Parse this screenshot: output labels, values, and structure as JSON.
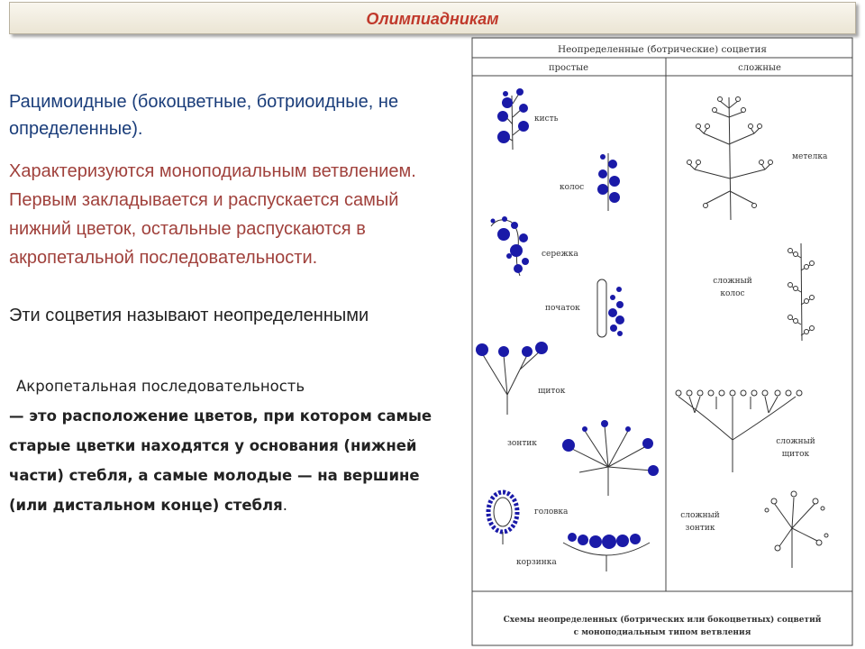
{
  "header": {
    "title": "Олимпиадникам"
  },
  "text": {
    "definition": "Рацимоидные (бокоцветные, ботриоидные, не определенные).",
    "characteristic": "Характеризуются моноподиальным ветвлением. Первым закладывается и распускается самый нижний цветок, остальные распускаются в акропетальной последовательности.",
    "naming": "Эти соцветия называют неопределенными",
    "term": "Акропетальная последовательность",
    "term_definition": "— это расположение цветов, при котором самые старые цветки находятся у основания (нижней части) стебля, а самые молодые — на вершине (или дистальном конце) стебля",
    "period": "."
  },
  "figure": {
    "title": "Неопределенные (ботрические) соцветия",
    "col_simple": "простые",
    "col_complex": "сложные",
    "simple": {
      "raceme": "кисть",
      "spike": "колос",
      "catkin": "сережка",
      "spadix": "початок",
      "corymb": "щиток",
      "umbel": "зонтик",
      "head": "головка",
      "basket": "корзинка"
    },
    "complex": {
      "panicle": "метелка",
      "compound_spike_1": "сложный",
      "compound_spike_2": "колос",
      "compound_corymb_1": "сложный",
      "compound_corymb_2": "щиток",
      "compound_umbel_1": "сложный",
      "compound_umbel_2": "зонтик"
    },
    "caption_1": "Схемы неопределенных (ботрических или бокоцветных) соцветий",
    "caption_2": "с моноподиальным типом ветвления",
    "flower_color": "#1a1aa8"
  }
}
